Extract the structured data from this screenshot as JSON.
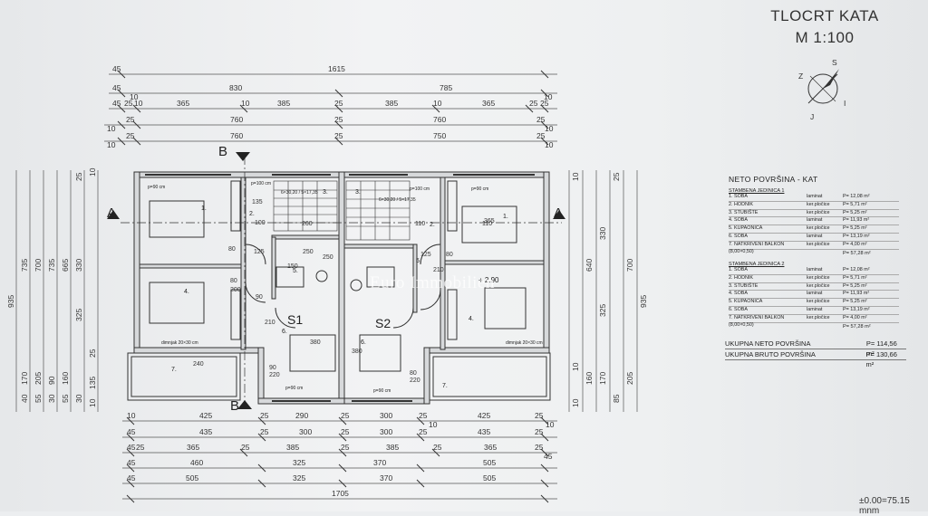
{
  "title": {
    "line1": "TLOCRT KATA",
    "line2": "M 1:100"
  },
  "compass": {
    "letters": [
      "S",
      "Z",
      "I",
      "J"
    ]
  },
  "top_dimensions": {
    "row1": [
      "45",
      "1615"
    ],
    "row2": [
      "45",
      "830",
      "785",
      "10",
      "10"
    ],
    "row3": [
      "45",
      "25",
      "10",
      "365",
      "10",
      "385",
      "25",
      "385",
      "10",
      "365",
      "25",
      "25"
    ],
    "row4": [
      "10",
      "25",
      "760",
      "25",
      "760",
      "25",
      "10"
    ],
    "row5": [
      "10",
      "25",
      "760",
      "25",
      "750",
      "25",
      "10"
    ]
  },
  "bottom_dimensions": {
    "row1": [
      "10",
      "425",
      "25",
      "290",
      "25",
      "300",
      "25",
      "10",
      "425",
      "25",
      "10"
    ],
    "row2": [
      "45",
      "435",
      "25",
      "300",
      "25",
      "300",
      "25",
      "435",
      "25"
    ],
    "row3": [
      "45",
      "25",
      "365",
      "25",
      "385",
      "25",
      "385",
      "25",
      "365",
      "25",
      "45"
    ],
    "row4": [
      "45",
      "460",
      "325",
      "370",
      "505"
    ],
    "row5": [
      "45",
      "505",
      "325",
      "370",
      "505"
    ],
    "row6": [
      "1705"
    ]
  },
  "left_dimensions": [
    "935",
    "735",
    "700",
    "735",
    "665",
    "330",
    "325",
    "170",
    "205",
    "90",
    "160",
    "25",
    "55",
    "135",
    "10",
    "25",
    "10",
    "30",
    "30",
    "55",
    "40"
  ],
  "right_dimensions": [
    "935",
    "700",
    "640",
    "330",
    "325",
    "170",
    "205",
    "160",
    "85",
    "10",
    "10",
    "25",
    "10"
  ],
  "section_markers": [
    "A",
    "A",
    "B",
    "B"
  ],
  "units": [
    "S1",
    "S2"
  ],
  "room_numbers": [
    "1.",
    "2.",
    "3.",
    "4.",
    "5.",
    "6.",
    "7.",
    "1.",
    "2.",
    "3.",
    "4.",
    "5.",
    "6.",
    "7."
  ],
  "plan_notes": {
    "balcony_l": "dimnjak 20×30 cm",
    "balcony_r": "dimnjak 20×30 cm",
    "elevation": "+ 2.90",
    "p90": "p=90 cm",
    "p100": "p=100 cm",
    "p90b": "p=90 cm",
    "p100b": "p=100 cm",
    "stair_l": "6×30,20 / 5×17,35",
    "stair_r": "6×30,20 / 5×17,35",
    "inner": [
      "135",
      "100",
      "80",
      "125",
      "250",
      "260",
      "110",
      "110",
      "125",
      "80",
      "80",
      "90",
      "200",
      "210",
      "240",
      "250",
      "90",
      "220",
      "80",
      "210",
      "220",
      "380",
      "380",
      "365",
      "150"
    ]
  },
  "neto_table": {
    "title": "NETO POVRŠINA - KAT",
    "units": [
      {
        "name": "STAMBENA JEDINICA 1",
        "rows": [
          [
            "1. SOBA",
            "laminat",
            "P= 12,08 m²"
          ],
          [
            "2. HODNIK",
            "ker.pločice",
            "P= 5,71 m²"
          ],
          [
            "3. STUBIŠTE",
            "ker.pločice",
            "P= 5,25 m²"
          ],
          [
            "4. SOBA",
            "laminat",
            "P= 11,93 m²"
          ],
          [
            "5. KUPAONICA",
            "ker.pločice",
            "P= 5,25 m²"
          ],
          [
            "6. SOBA",
            "laminat",
            "P= 13,19 m²"
          ],
          [
            "7. NATKRIVENI BALKON (8,00×0,50)",
            "ker.pločice",
            "P= 4,00 m²"
          ]
        ],
        "total": "P= 57,28 m²"
      },
      {
        "name": "STAMBENA JEDINICA 2",
        "rows": [
          [
            "1. SOBA",
            "laminat",
            "P= 12,08 m²"
          ],
          [
            "2. HODNIK",
            "ker.pločice",
            "P= 5,71 m²"
          ],
          [
            "3. STUBIŠTE",
            "ker.pločice",
            "P= 5,25 m²"
          ],
          [
            "4. SOBA",
            "laminat",
            "P= 11,93 m²"
          ],
          [
            "5. KUPAONICA",
            "ker.pločice",
            "P= 5,25 m²"
          ],
          [
            "6. SOBA",
            "laminat",
            "P= 13,19 m²"
          ],
          [
            "7. NATKRIVENI BALKON (8,00×0,50)",
            "ker.pločice",
            "P= 4,00 m²"
          ]
        ],
        "total": "P= 57,28 m²"
      }
    ]
  },
  "summary": [
    [
      "UKUPNA NETO POVRŠINA",
      "P= 114,56 m²"
    ],
    [
      "UKUPNA BRUTO POVRŠINA",
      "P= 130,66 m²"
    ]
  ],
  "elevation_note": "±0.00=75.15 mnm",
  "watermark": "Euro Immobilien"
}
